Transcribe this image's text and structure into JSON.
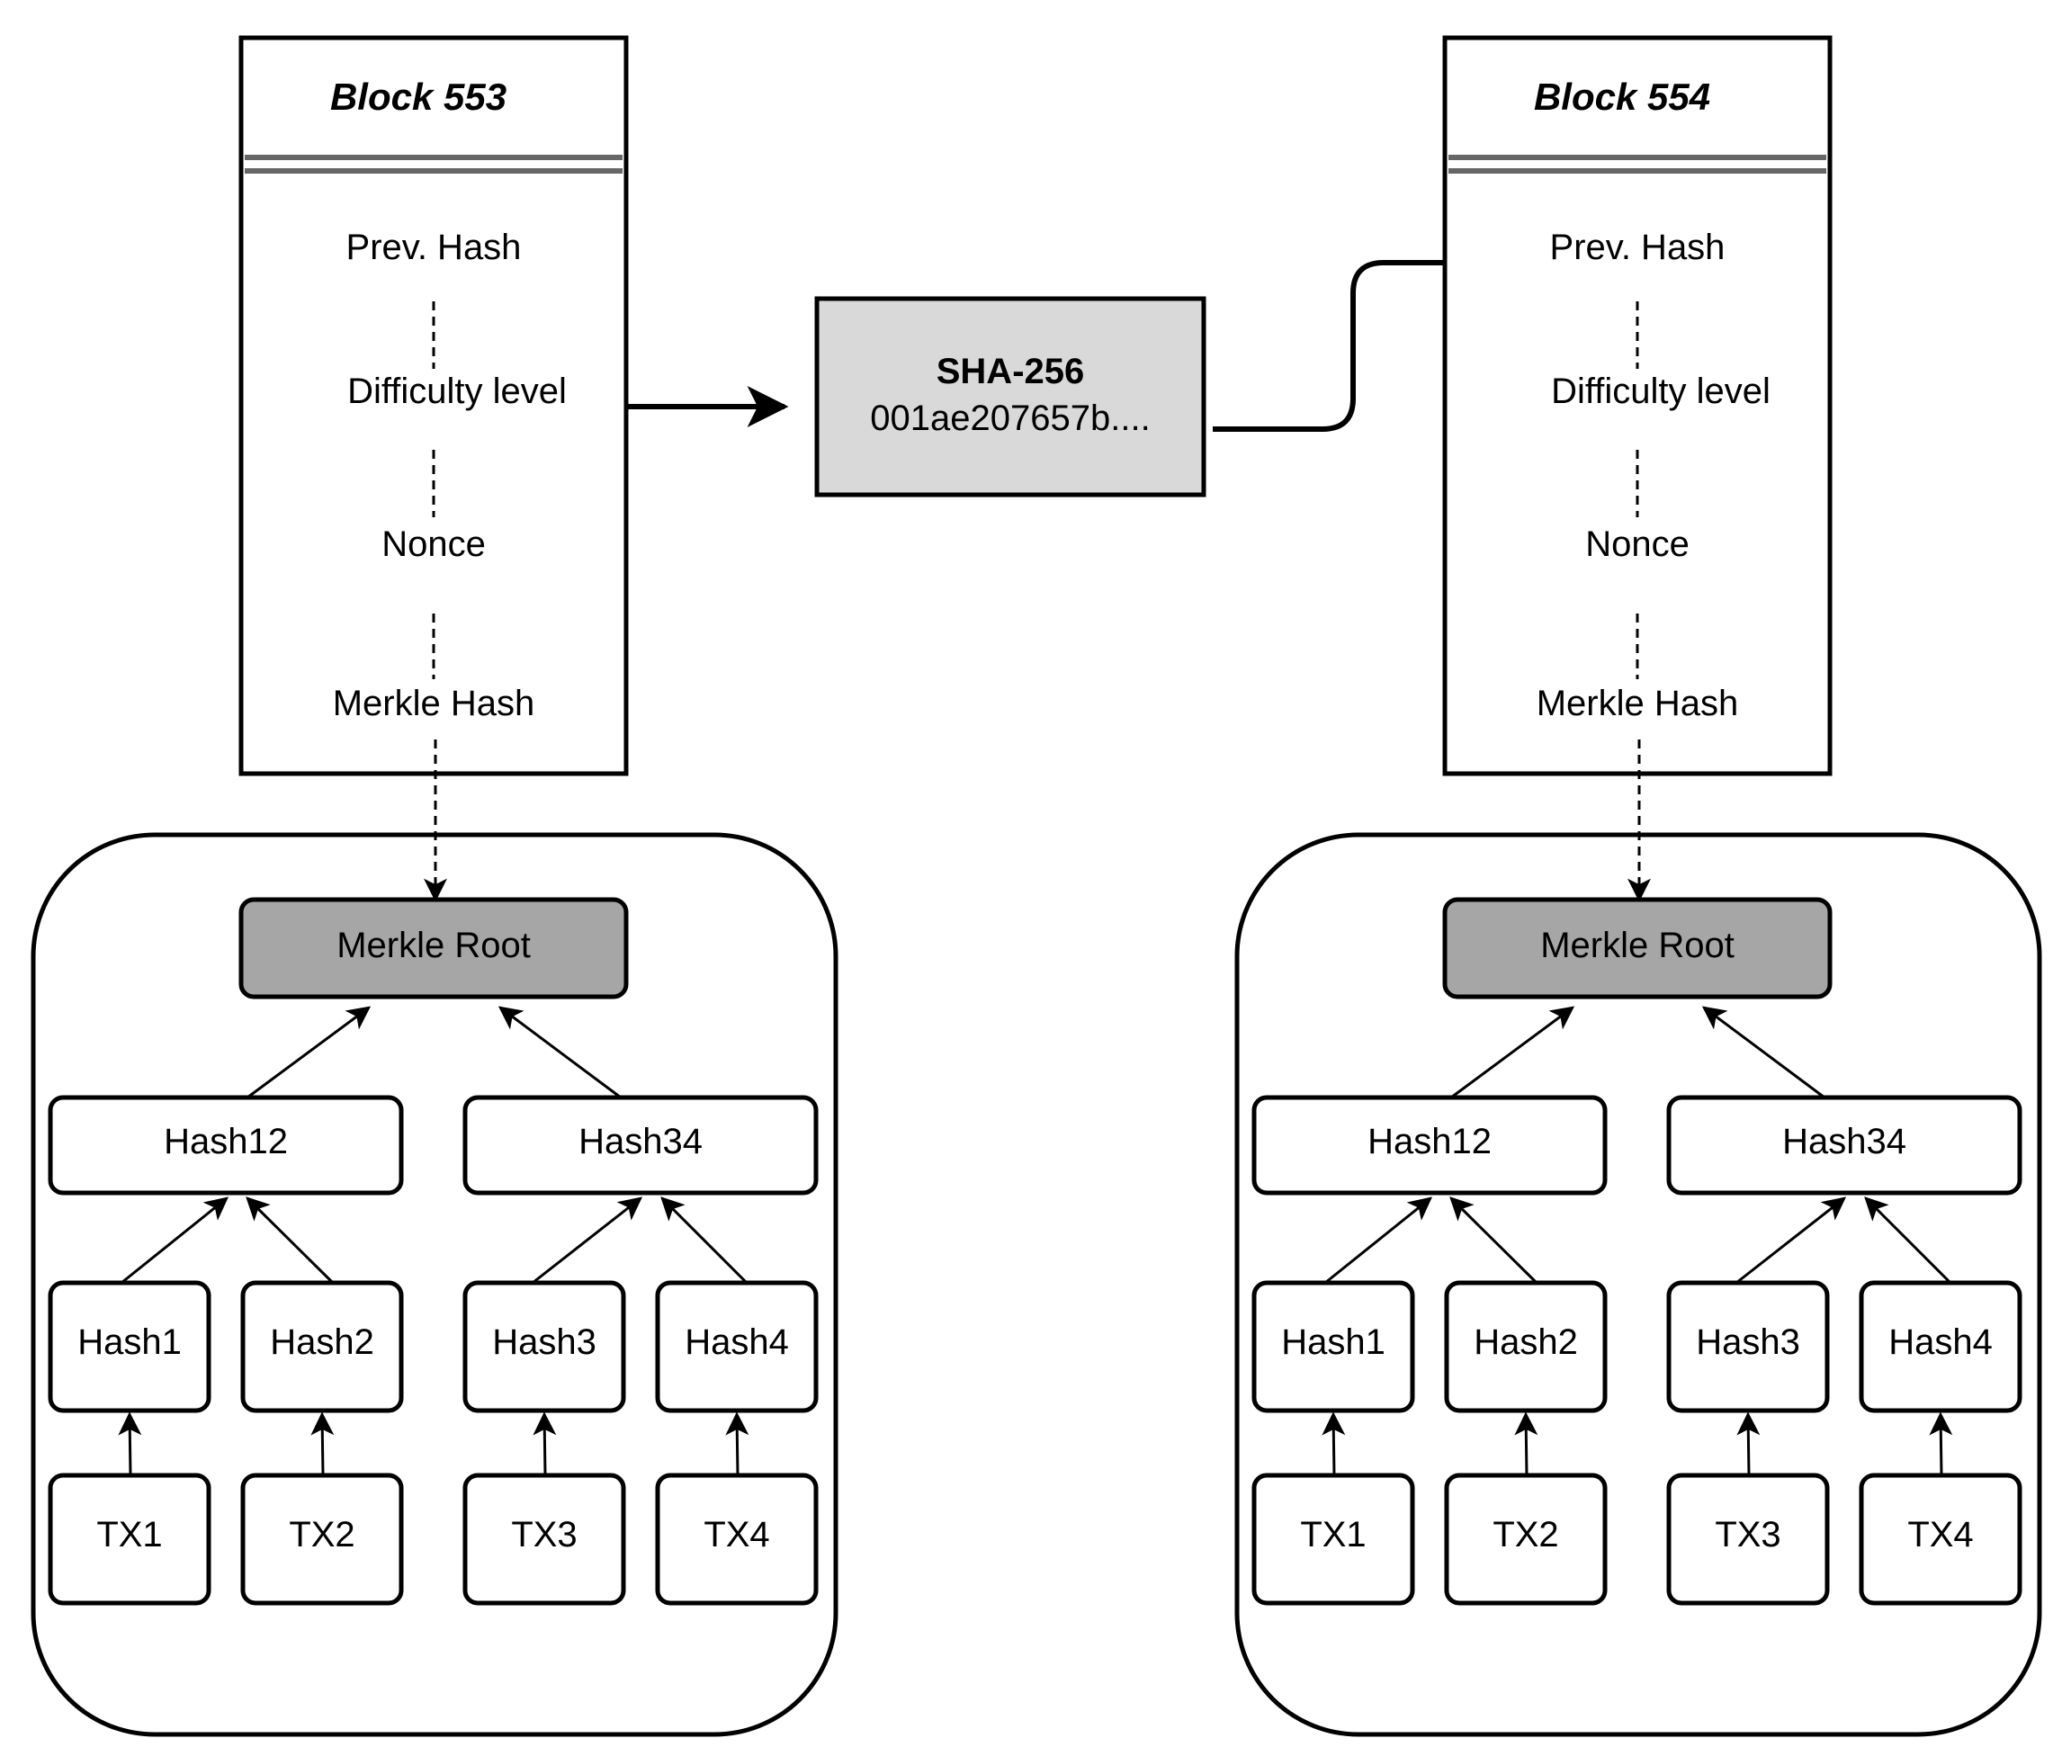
{
  "colors": {
    "stroke": "#000000",
    "background": "#ffffff",
    "title_rule": "#666666",
    "hash_box_fill": "#d9d9d9",
    "merkle_root_fill": "#a6a6a6"
  },
  "blocks": [
    {
      "title": "Block 553",
      "fields": [
        "Prev. Hash",
        "Difficulty level",
        "Nonce",
        "Merkle Hash"
      ],
      "merkle_tree": {
        "root": "Merkle Root",
        "level1": [
          "Hash12",
          "Hash34"
        ],
        "level2": [
          "Hash1",
          "Hash2",
          "Hash3",
          "Hash4"
        ],
        "transactions": [
          "TX1",
          "TX2",
          "TX3",
          "TX4"
        ]
      }
    },
    {
      "title": "Block 554",
      "fields": [
        "Prev. Hash",
        "Difficulty level",
        "Nonce",
        "Merkle Hash"
      ],
      "merkle_tree": {
        "root": "Merkle Root",
        "level1": [
          "Hash12",
          "Hash34"
        ],
        "level2": [
          "Hash1",
          "Hash2",
          "Hash3",
          "Hash4"
        ],
        "transactions": [
          "TX1",
          "TX2",
          "TX3",
          "TX4"
        ]
      }
    }
  ],
  "hash_function": {
    "name": "SHA-256",
    "value": "001ae207657b...."
  }
}
